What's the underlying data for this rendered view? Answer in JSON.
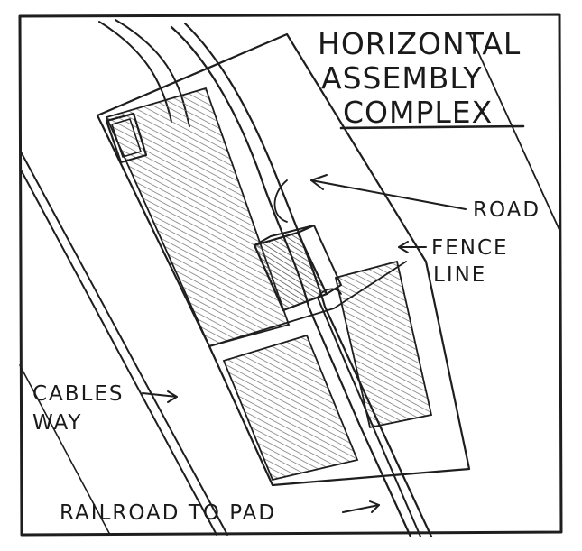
{
  "title": {
    "line1": "HORIZONTAL",
    "line2": "ASSEMBLY",
    "line3": "COMPLEX"
  },
  "labels": {
    "road": "ROAD",
    "fence_line_1": "FENCE",
    "fence_line_2": "LINE",
    "cables_way_1": "CABLES",
    "cables_way_2": "WAY",
    "railroad": "RAILROAD TO PAD"
  },
  "colors": {
    "ink": "#1e1e1e",
    "paper": "#ffffff",
    "shade": "#8a8a8a"
  }
}
